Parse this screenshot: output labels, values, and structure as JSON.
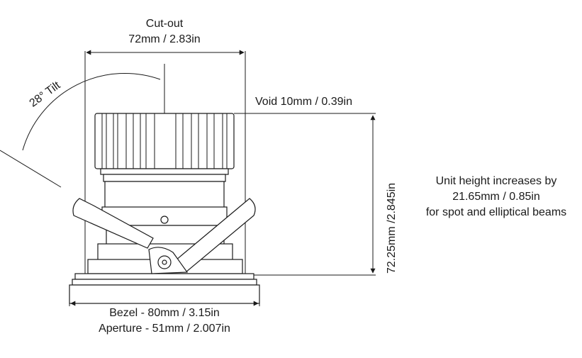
{
  "cutout": {
    "title": "Cut-out",
    "value": "72mm / 2.83in"
  },
  "void": {
    "label": "Void 10mm / 0.39in"
  },
  "tilt": {
    "label": "28° Tilt"
  },
  "height": {
    "label": "72.25mm /2.845in"
  },
  "bezel": {
    "label": "Bezel - 80mm / 3.15in"
  },
  "aperture": {
    "label": "Aperture - 51mm / 2.007in"
  },
  "note": {
    "lines": [
      "Unit height increases by",
      "21.65mm / 0.85in",
      "for spot and elliptical beams"
    ]
  },
  "colors": {
    "line": "#1a1a1a",
    "text": "#1a1a1a",
    "background": "#ffffff"
  }
}
